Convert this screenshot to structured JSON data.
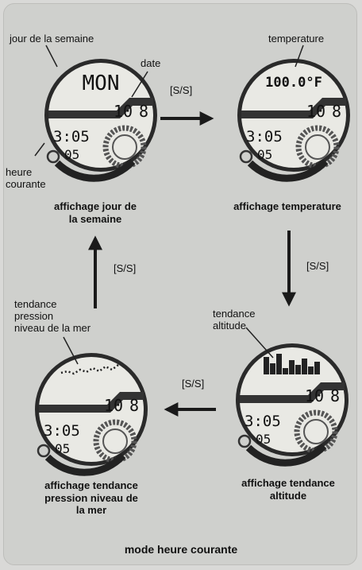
{
  "watches": [
    {
      "top_text": "MON",
      "date_left": "10",
      "date_right": "8",
      "time": "3:05",
      "seconds": "05",
      "graph": "none"
    },
    {
      "top_text": "100.0°F",
      "date_left": "10",
      "date_right": "8",
      "time": "3:05",
      "seconds": "05",
      "graph": "none"
    },
    {
      "top_text": "",
      "date_left": "10",
      "date_right": "8",
      "time": "3:05",
      "seconds": "05",
      "graph": "pressure-trend"
    },
    {
      "top_text": "",
      "date_left": "10",
      "date_right": "8",
      "time": "3:05",
      "seconds": "05",
      "graph": "altitude-trend"
    }
  ],
  "labels": {
    "weekday": "jour de la semaine",
    "date": "date",
    "current_time": "heure\ncourante",
    "temperature": "temperature",
    "altitude_trend": "tendance\naltitude",
    "pressure_trend": "tendance\npression\nniveau de la mer"
  },
  "captions": {
    "weekday": "affichage jour de\nla semaine",
    "temperature": "affichage temperature",
    "altitude": "affichage tendance\naltitude",
    "pressure": "affichage tendance\npression niveau de\nla mer"
  },
  "button": "[S/S]",
  "mode_title": "mode heure courante"
}
